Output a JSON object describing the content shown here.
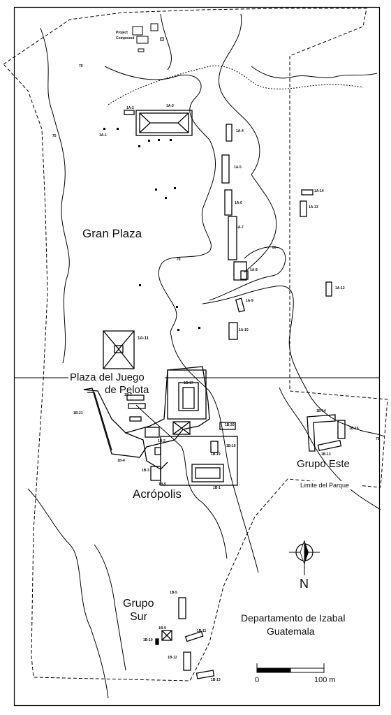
{
  "map": {
    "areas": {
      "gran_plaza": "Gran Plaza",
      "plaza_juego_line1": "Plaza del Juego",
      "plaza_juego_line2": "de Pelota",
      "grupo_este": "Grupo Este",
      "acropolis": "Acrópolis",
      "grupo_sur_line1": "Grupo",
      "grupo_sur_line2": "Sur"
    },
    "park_limit_label": "Limite del Parque",
    "project_compound_line1": "Project",
    "project_compound_line2": "Compound",
    "department_line1": "Departamento de Izabal",
    "department_line2": "Guatemala",
    "north_label": "N",
    "scale": {
      "start": "0",
      "end": "100 m"
    },
    "structures": {
      "s1a1": "1A-1",
      "s1a2": "1A-2",
      "s1a3": "1A-3",
      "s1a4": "1A-4",
      "s1a5": "1A-5",
      "s1a6": "1A-6",
      "s1a7": "1A-7",
      "s1a8": "1A-8",
      "s1a9": "1A-9",
      "s1a10": "1A-10",
      "s1a11": "1A-11",
      "s1a12": "1A-12",
      "s1a13": "1A-13",
      "s1a14": "1A-14",
      "s1b1": "1B-1",
      "s1b2": "1B-2",
      "s1b3": "1B-3",
      "s1b4": "1B-4",
      "s1b5": "1B-5",
      "s1b7": "1B-7",
      "s1b13": "1B-13",
      "s1b14": "1B-14",
      "s1b15": "1B-15",
      "s1b16": "1B-16",
      "s1b17": "1B-17",
      "s1b19": "1B-19",
      "s1b20": "1B-20",
      "s1b21": "1B-21",
      "s1b5s": "1B-5",
      "s1b9": "1B-9",
      "s1b10": "1B-10",
      "s1b11": "1B-11",
      "s1b12": "1B-12",
      "s1b13s": "1B-13"
    },
    "contours": {
      "c75a": "75",
      "c75b": "75",
      "c80": "80",
      "c70": "70",
      "c75c": "75"
    }
  }
}
